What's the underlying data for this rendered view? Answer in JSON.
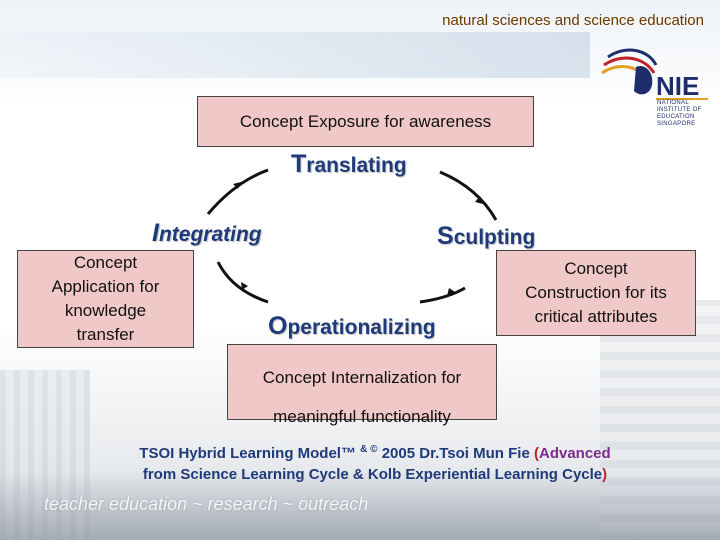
{
  "header": {
    "title": "natural sciences and science education"
  },
  "logo": {
    "acronym": "NIE",
    "small_text": [
      "NATIONAL",
      "INSTITUTE OF",
      "EDUCATION",
      "SINGAPORE"
    ]
  },
  "boxes": {
    "exposure": "Concept Exposure for awareness",
    "application": [
      "Concept",
      "Application for",
      "knowledge",
      "transfer"
    ],
    "construction": [
      "Concept",
      "Construction for its",
      "critical attributes"
    ],
    "internalization": [
      "Concept Internalization for",
      "meaningful functionality"
    ]
  },
  "stages": {
    "translating": {
      "first": "T",
      "rest": "ranslating"
    },
    "integrating": {
      "first": "I",
      "rest": "ntegrating"
    },
    "sculpting": {
      "first": "S",
      "rest": "culpting"
    },
    "operationalizing": {
      "first": "O",
      "rest": "perationalizing"
    }
  },
  "footer": {
    "line1_a": "TSOI Hybrid Learning Model™",
    "line1_sup": "& ©",
    "line1_b": "2005 Dr.Tsoi Mun Fie",
    "line1_paren_open": "(",
    "line1_c": "Advanced",
    "line2_a": "from Science Learning Cycle & Kolb Experiential Learning Cycle",
    "line2_paren_close": ")",
    "faded": "teacher education ~ research ~ outreach"
  },
  "colors": {
    "box_fill": "#f0c8c8",
    "stage_text": "#1f3a7a",
    "header_text": "#6b3a00",
    "accent": "#7b2a8f"
  }
}
